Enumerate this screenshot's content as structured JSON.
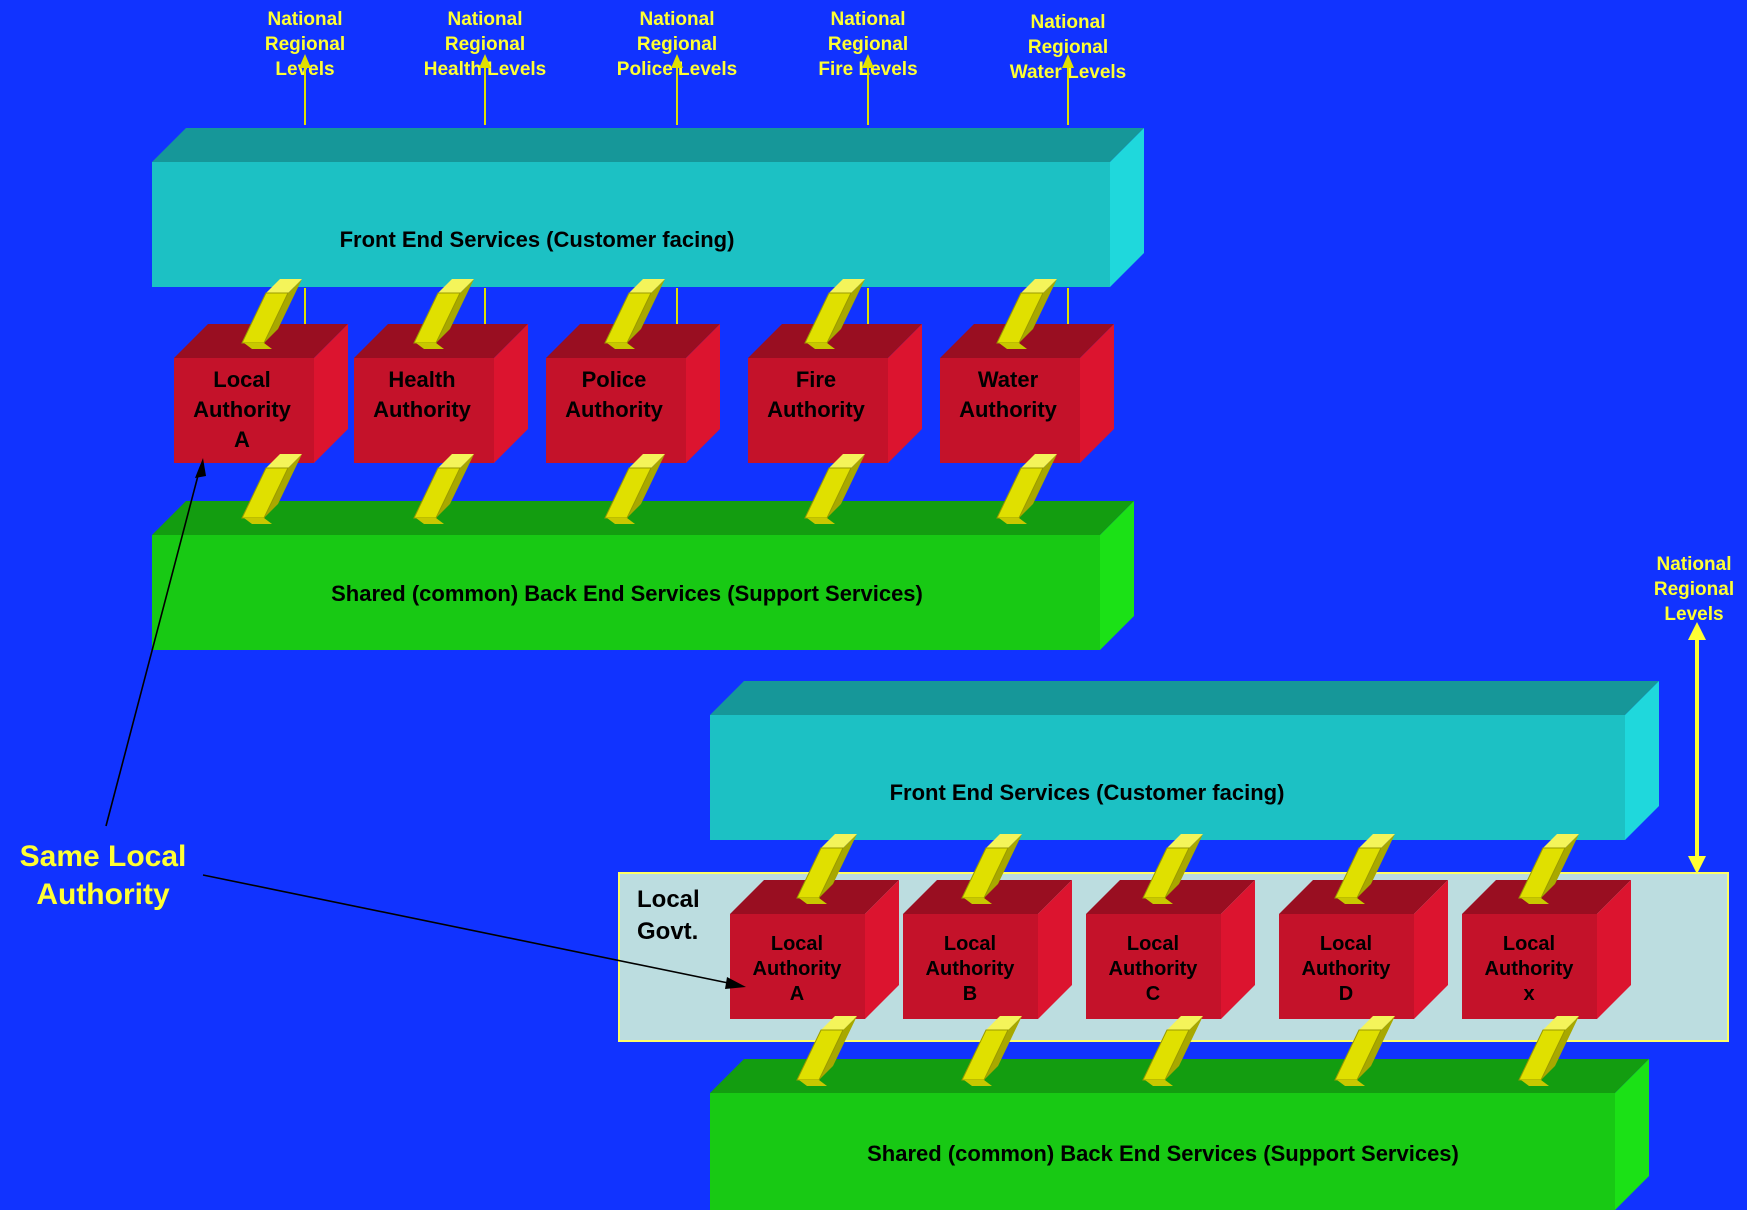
{
  "top_diagram": {
    "national_labels": [
      [
        "National",
        "Regional",
        "Levels"
      ],
      [
        "National",
        "Regional",
        "Health Levels"
      ],
      [
        "National",
        "Regional",
        "Police Levels"
      ],
      [
        "National",
        "Regional",
        "Fire Levels"
      ],
      [
        "National",
        "Regional",
        "Water Levels"
      ]
    ],
    "front_end_label": "Front End Services (Customer facing)",
    "back_end_label": "Shared (common) Back End Services (Support Services)",
    "authorities": [
      [
        "Local",
        "Authority",
        "A"
      ],
      [
        "Health",
        "Authority"
      ],
      [
        "Police",
        "Authority"
      ],
      [
        "Fire",
        "Authority"
      ],
      [
        "Water",
        "Authority"
      ]
    ]
  },
  "bottom_diagram": {
    "national_label": [
      "National",
      "Regional",
      "Levels"
    ],
    "front_end_label": "Front End Services (Customer facing)",
    "back_end_label": "Shared (common) Back End Services (Support Services)",
    "local_govt_label": [
      "Local",
      "Govt."
    ],
    "authorities": [
      [
        "Local",
        "Authority",
        "A"
      ],
      [
        "Local",
        "Authority",
        "B"
      ],
      [
        "Local",
        "Authority",
        "C"
      ],
      [
        "Local",
        "Authority",
        "D"
      ],
      [
        "Local",
        "Authority",
        "x"
      ]
    ]
  },
  "callout": {
    "label": [
      "Same Local",
      "Authority"
    ]
  },
  "colors": {
    "background": "#1133ff",
    "front_end": "#1cc1c4",
    "back_end": "#18c914",
    "authority": "#c4122a",
    "connector": "#e0e000",
    "label_yellow": "#ffff33",
    "local_govt_panel": "#bcdde0"
  }
}
